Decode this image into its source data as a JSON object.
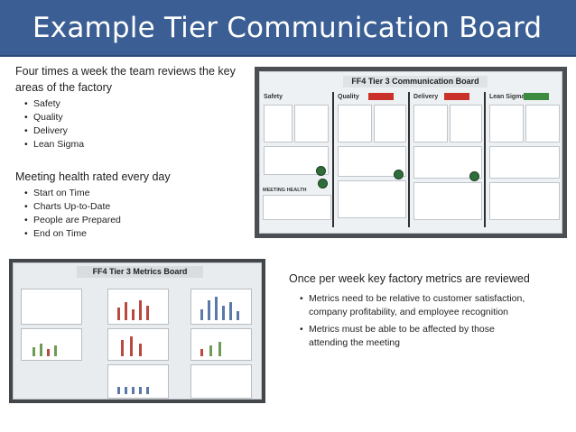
{
  "slide": {
    "title": "Example Tier Communication Board"
  },
  "tier_review": {
    "intro": "Four times a week the team reviews the key areas of the factory",
    "areas": [
      "Safety",
      "Quality",
      "Delivery",
      "Lean Sigma"
    ]
  },
  "meeting_health": {
    "intro": "Meeting health rated every day",
    "criteria": [
      "Start on Time",
      "Charts Up-to-Date",
      "People are Prepared",
      "End on Time"
    ]
  },
  "weekly_metrics": {
    "intro": "Once per week key factory metrics are reviewed",
    "points": [
      [
        "Metrics need to be relative to customer satisfaction,",
        "company profitability, and employee recognition"
      ],
      [
        "Metrics must be able to be affected by those",
        "attending the meeting"
      ]
    ]
  },
  "communication_board_photo": {
    "board_title": "FF4 Tier 3 Communication Board",
    "columns": [
      "Safety",
      "Quality",
      "Delivery",
      "Lean Sigma"
    ],
    "section_label": "MEETING HEALTH"
  },
  "metrics_board_photo": {
    "board_title": "FF4 Tier 3 Metrics Board"
  },
  "colors": {
    "title_bar": "#3b5f94",
    "title_text": "#ffffff",
    "body_text": "#1f1f1f"
  }
}
